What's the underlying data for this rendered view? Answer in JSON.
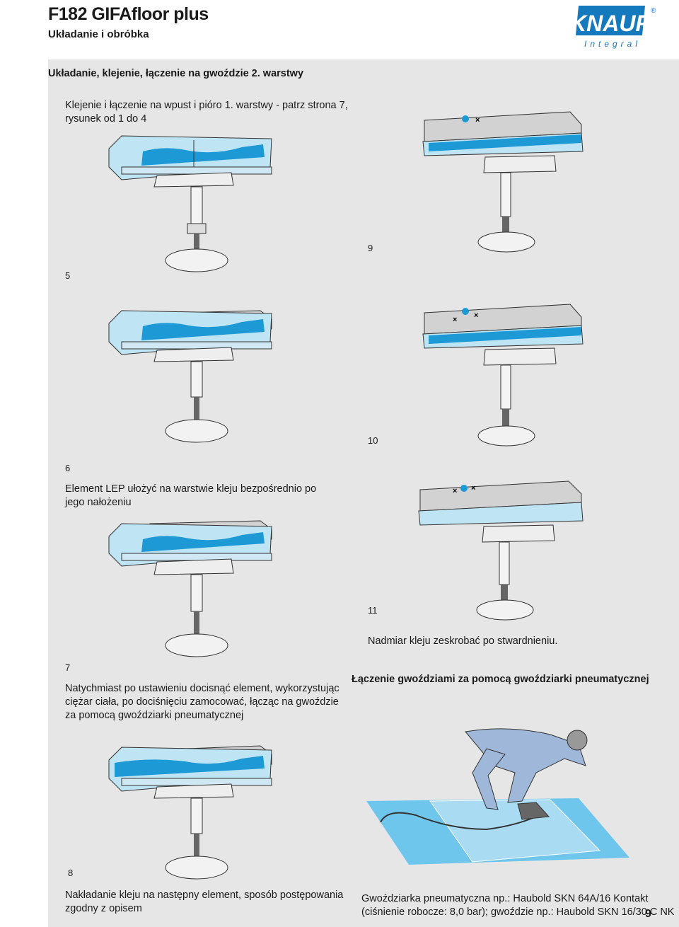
{
  "header": {
    "title": "F182 GIFAfloor plus",
    "subtitle": "Układanie i obróbka",
    "logo": {
      "brand": "KNAUF",
      "sub": "Integral",
      "mark": "®"
    }
  },
  "section": {
    "heading": "Układanie, klejenie, łączenie na gwoździe 2. warstwy",
    "intro_line1": "Klejenie i łączenie na wpust i pióro 1. warstwy - patrz strona 7,",
    "intro_line2": "rysunek od 1 do 4"
  },
  "figures": {
    "f5": {
      "number": "5"
    },
    "f6": {
      "number": "6",
      "line1": "Element LEP ułożyć na warstwie kleju bezpośrednio po",
      "line2": "jego nałożeniu"
    },
    "f7": {
      "number": "7",
      "line1": "Natychmiast po ustawieniu docisnąć element, wykorzystując",
      "line2": "ciężar ciała, po dociśnięciu zamocować, łącząc na gwoździe",
      "line3": "za pomocą gwoździarki pneumatycznej"
    },
    "f8": {
      "number": "8",
      "line1": "Nakładanie kleju na następny element, sposób postępowania",
      "line2": "zgodny z opisem"
    },
    "f9": {
      "number": "9"
    },
    "f10": {
      "number": "10"
    },
    "f11": {
      "number": "11",
      "caption": "Nadmiar kleju zeskrobać po stwardnieniu."
    },
    "nailing": {
      "heading": "Łączenie gwoździami za pomocą gwoździarki pneumatycznej",
      "line1": "Gwoździarka pneumatyczna np.: Haubold SKN 64A/16 Kontakt",
      "line2": "(ciśnienie robocze: 8,0 bar); gwoździe np.: Haubold SKN 16/30 C NK"
    }
  },
  "page_number": "9",
  "colors": {
    "panel": "#e6e6e6",
    "board_light": "#bfe4f4",
    "glue": "#1d9ad6",
    "board_grey": "#d2d2d2",
    "logo_blue": "#1479bd"
  }
}
